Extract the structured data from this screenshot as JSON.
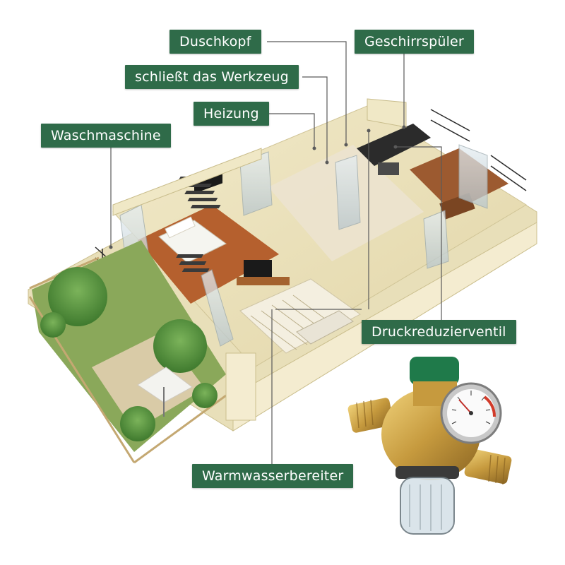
{
  "labels": {
    "duschkopf": "Duschkopf",
    "geschirrspueler": "Geschirrspüler",
    "werkzeug": "schließt das Werkzeug",
    "heizung": "Heizung",
    "waschmaschine": "Waschmaschine",
    "druckreduzierventil": "Druckreduzierventil",
    "warmwasserbereiter": "Warmwasserbereiter"
  },
  "colors": {
    "label_bg": "#2f6b49",
    "label_text": "#ffffff",
    "leader_line": "#5a5a5a",
    "floor_wall": "#efe6c4",
    "brass": "#c9a24a",
    "valve_cap": "#1f7a4a"
  }
}
